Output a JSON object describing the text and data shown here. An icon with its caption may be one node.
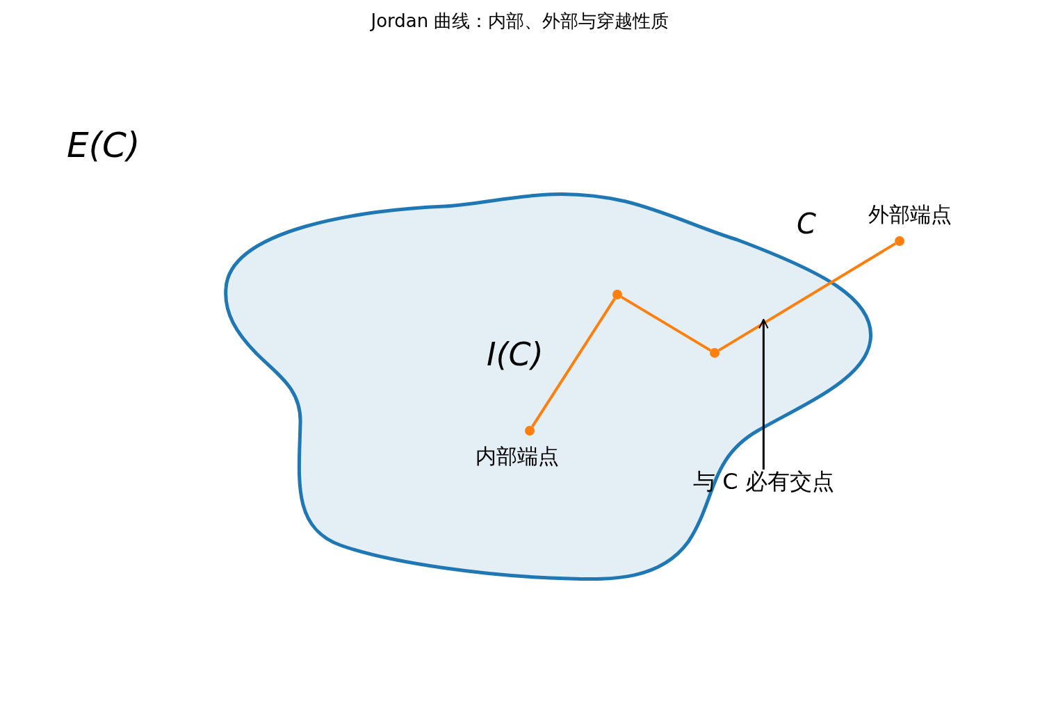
{
  "diagram": {
    "title": "Jordan 曲线：内部、外部与穿越性质",
    "nodes": [
      {
        "text": [
          "I(C)"
        ],
        "beside": [
          "C"
        ]
      },
      {
        "text": [],
        "shape": "circle",
        "in": 0,
        "beside": [
          "内部端点"
        ]
      },
      {
        "text": [],
        "shape": "circle",
        "in": 0
      },
      {
        "text": [],
        "shape": "circle",
        "in": 0
      },
      {
        "text": [],
        "shape": "circle",
        "beside": [
          "外部端点"
        ]
      },
      {
        "text": [
          "与 C 必有交点"
        ]
      }
    ],
    "edges": [
      {
        "from": 1,
        "to": 2,
        "arrow": "none"
      },
      {
        "from": 2,
        "to": 3,
        "arrow": "none"
      },
      {
        "from": 3,
        "to": 4,
        "arrow": "none"
      },
      {
        "from": 5,
        "to": null,
        "arrow": "to",
        "color": "#000000"
      }
    ],
    "labels": [
      "E(C)"
    ]
  }
}
